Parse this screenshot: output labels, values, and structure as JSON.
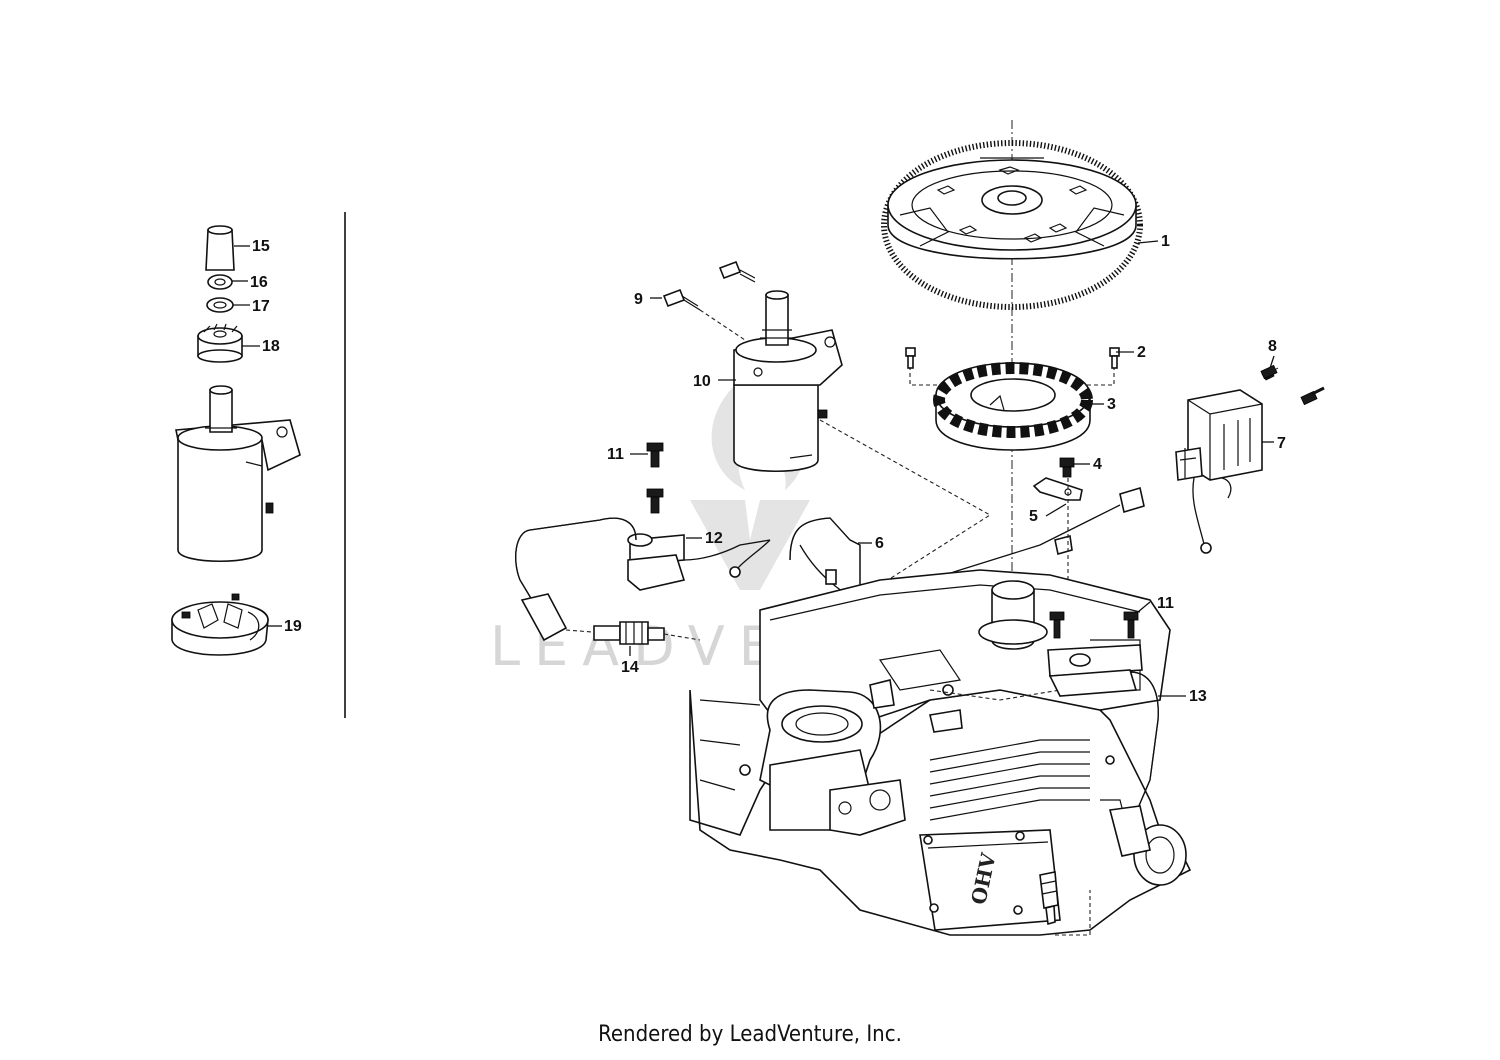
{
  "footer": {
    "text": "Rendered by LeadVenture, Inc."
  },
  "watermark": {
    "text": "LEADVENTURE"
  },
  "engine": {
    "head_mark": "OHV"
  },
  "callouts": [
    {
      "id": "1",
      "label": "1"
    },
    {
      "id": "2",
      "label": "2"
    },
    {
      "id": "3",
      "label": "3"
    },
    {
      "id": "4",
      "label": "4"
    },
    {
      "id": "5",
      "label": "5"
    },
    {
      "id": "6",
      "label": "6"
    },
    {
      "id": "7",
      "label": "7"
    },
    {
      "id": "8",
      "label": "8"
    },
    {
      "id": "9",
      "label": "9"
    },
    {
      "id": "10",
      "label": "10"
    },
    {
      "id": "11a",
      "label": "11"
    },
    {
      "id": "11b",
      "label": "11"
    },
    {
      "id": "12",
      "label": "12"
    },
    {
      "id": "13",
      "label": "13"
    },
    {
      "id": "14",
      "label": "14"
    },
    {
      "id": "15",
      "label": "15"
    },
    {
      "id": "16",
      "label": "16"
    },
    {
      "id": "17",
      "label": "17"
    },
    {
      "id": "18",
      "label": "18"
    },
    {
      "id": "19",
      "label": "19"
    }
  ],
  "colors": {
    "line": "#111111",
    "background": "#ffffff",
    "watermark": "#d6d6d6"
  }
}
